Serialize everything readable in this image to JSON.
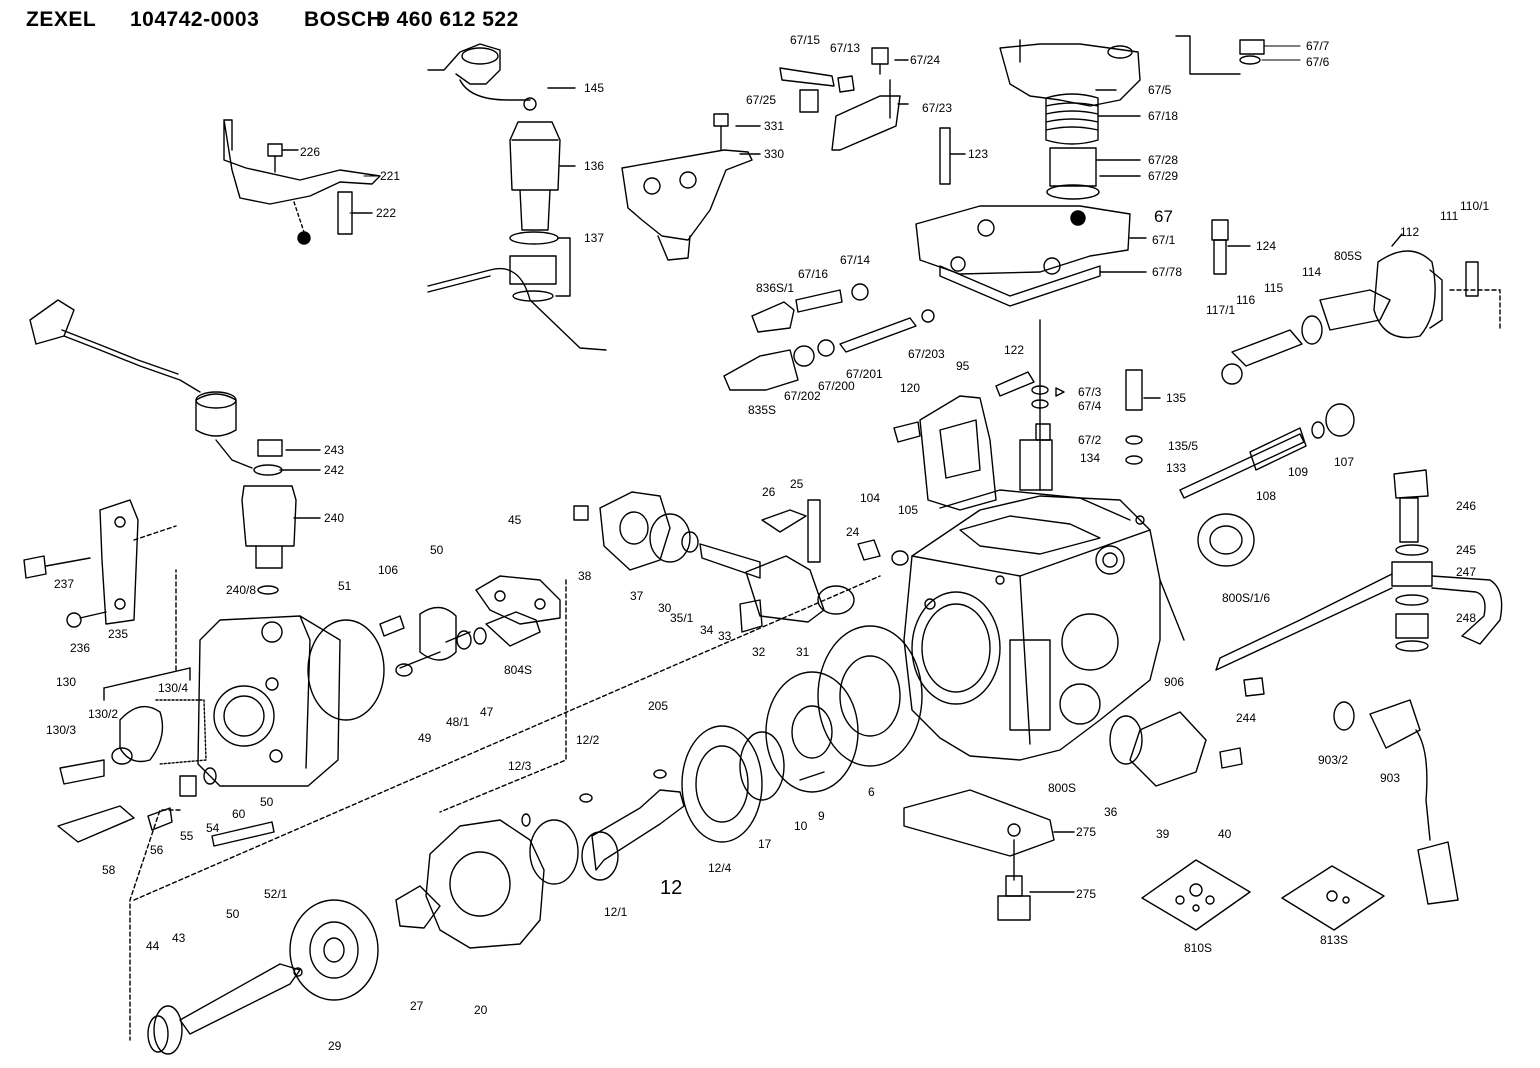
{
  "header": {
    "brand1": "ZEXEL",
    "part1": "104742-0003",
    "brand2": "BOSCH",
    "part2": "9 460 612 522"
  },
  "labels": {
    "l_67_15": "67/15",
    "l_67_13": "67/13",
    "l_67_24": "67/24",
    "l_67_25": "67/25",
    "l_67_23": "67/23",
    "l_67_7": "67/7",
    "l_67_6": "67/6",
    "l_67_5": "67/5",
    "l_67_18": "67/18",
    "l_67_28": "67/28",
    "l_67_29": "67/29",
    "l_67": "67",
    "l_67_1": "67/1",
    "l_67_78": "67/78",
    "l_145": "145",
    "l_136": "136",
    "l_137": "137",
    "l_331": "331",
    "l_330": "330",
    "l_226": "226",
    "l_221": "221",
    "l_222": "222",
    "l_123": "123",
    "l_124": "124",
    "l_110_1": "110/1",
    "l_111": "111",
    "l_112": "112",
    "l_805s": "805S",
    "l_114": "114",
    "l_115": "115",
    "l_116": "116",
    "l_117_1": "117/1",
    "l_67_14": "67/14",
    "l_67_16": "67/16",
    "l_836s_1": "836S/1",
    "l_67_203": "67/203",
    "l_95": "95",
    "l_67_201": "67/201",
    "l_67_200": "67/200",
    "l_67_202": "67/202",
    "l_835s": "835S",
    "l_122": "122",
    "l_67_3": "67/3",
    "l_67_4": "67/4",
    "l_67_2": "67/2",
    "l_135": "135",
    "l_135_5": "135/5",
    "l_134": "134",
    "l_133": "133",
    "l_120": "120",
    "l_109": "109",
    "l_107": "107",
    "l_108": "108",
    "l_243": "243",
    "l_242": "242",
    "l_240": "240",
    "l_240_8": "240/8",
    "l_246": "246",
    "l_245": "245",
    "l_247": "247",
    "l_248": "248",
    "l_237": "237",
    "l_235": "235",
    "l_236": "236",
    "l_26": "26",
    "l_25": "25",
    "l_24": "24",
    "l_104": "104",
    "l_105": "105",
    "l_38": "38",
    "l_37": "37",
    "l_30": "30",
    "l_35_1": "35/1",
    "l_34": "34",
    "l_33": "33",
    "l_32": "32",
    "l_31": "31",
    "l_800s_1_6": "800S/1/6",
    "l_906": "906",
    "l_51": "51",
    "l_106": "106",
    "l_50a": "50",
    "l_45": "45",
    "l_804s": "804S",
    "l_49": "49",
    "l_48_1": "48/1",
    "l_47": "47",
    "l_130": "130",
    "l_130_4": "130/4",
    "l_130_2": "130/2",
    "l_130_3": "130/3",
    "l_50b": "50",
    "l_54": "54",
    "l_55": "55",
    "l_56": "56",
    "l_58": "58",
    "l_60": "60",
    "l_205": "205",
    "l_12_2": "12/2",
    "l_12_3": "12/3",
    "l_12_4": "12/4",
    "l_12_1": "12/1",
    "l_12": "12",
    "l_17": "17",
    "l_10": "10",
    "l_9": "9",
    "l_6": "6",
    "l_244": "244",
    "l_903_2": "903/2",
    "l_903": "903",
    "l_800s": "800S",
    "l_36": "36",
    "l_39": "39",
    "l_40": "40",
    "l_275a": "275",
    "l_275b": "275",
    "l_810s": "810S",
    "l_813s": "813S",
    "l_20": "20",
    "l_27": "27",
    "l_29": "29",
    "l_44": "44",
    "l_43": "43",
    "l_50c": "50",
    "l_52_1": "52/1"
  }
}
